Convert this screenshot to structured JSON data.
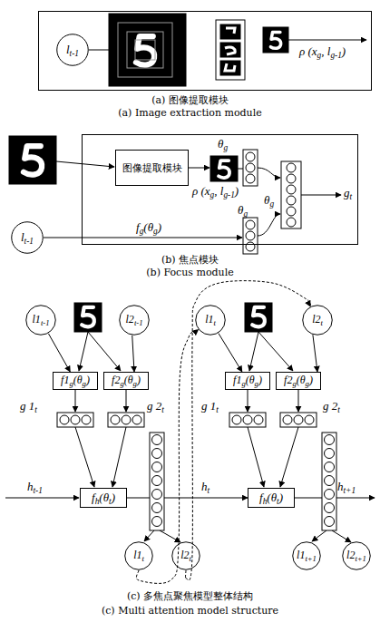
{
  "diagram": {
    "nodes": [
      {
        "text": [
          "ρ (xg, lg-1)"
        ]
      },
      {
        "text": [
          "lt-1"
        ],
        "in": 0
      },
      {
        "text": [
          "θg",
          "ρ (xg, lg-1)",
          "θg",
          "θg",
          "fg(θg)"
        ]
      },
      {
        "text": [
          "图像提取模块"
        ],
        "in": 2
      },
      {
        "text": [
          "lt-1"
        ]
      },
      {
        "text": [
          "l1t-1"
        ]
      },
      {
        "text": [
          "l2t-1"
        ]
      },
      {
        "text": [
          "l1t"
        ]
      },
      {
        "text": [
          "l2t"
        ]
      },
      {
        "text": [
          "f1g(θg)"
        ]
      },
      {
        "text": [
          "f2g(θg)"
        ]
      },
      {
        "text": [
          "f1g(θg)"
        ]
      },
      {
        "text": [
          "f2g(θg)"
        ]
      },
      {
        "text": [
          "fh(θt)"
        ]
      },
      {
        "text": [
          "fh(θt)"
        ]
      },
      {
        "text": [
          "l1t"
        ]
      },
      {
        "text": [
          "l2t"
        ]
      },
      {
        "text": [
          "l1t+1"
        ]
      },
      {
        "text": [
          "l2t+1"
        ]
      }
    ],
    "edges": [
      {
        "from": 4,
        "to": 2,
        "arrow": "none"
      },
      {
        "from": 5,
        "to": 9,
        "arrow": "to"
      },
      {
        "from": 6,
        "to": 10,
        "arrow": "to"
      },
      {
        "from": 7,
        "to": 11,
        "arrow": "to"
      },
      {
        "from": 8,
        "to": 12,
        "arrow": "to"
      },
      {
        "from": 13,
        "to": 14,
        "label": "ht",
        "arrow": "to"
      },
      {
        "from": 15,
        "to": 7,
        "arrow": "to"
      },
      {
        "from": 16,
        "to": 8,
        "arrow": "to"
      }
    ],
    "labels": [
      "(a) 图像提取模块",
      "(a) Image extraction module",
      "(b) 焦点模块",
      "(b) Focus module",
      "gt",
      "g 1t",
      "g 2t",
      "g 1t",
      "g 2t",
      "ht-1",
      "ht+1",
      "(c) 多焦点聚焦模型整体结构",
      "(c) Multi attention model structure"
    ]
  }
}
